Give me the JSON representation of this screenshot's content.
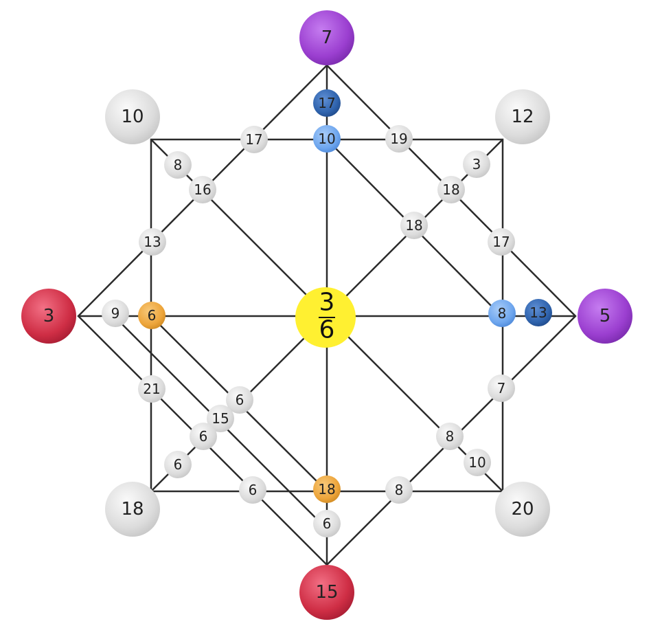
{
  "center": {
    "numerator": "3",
    "denominator": "6",
    "color": "#ffee22"
  },
  "corners": {
    "top": "7",
    "right": "5",
    "bottom": "15",
    "left": "3",
    "top_left": "10",
    "top_right": "12",
    "bottom_left": "18",
    "bottom_right": "20"
  },
  "nodes": {
    "top_dark": "17",
    "top_blue": "10",
    "top_left_edge": "17",
    "top_right_edge": "19",
    "tl_a": "8",
    "tl_b": "16",
    "left_upper": "13",
    "tr_a": "3",
    "tr_b": "18",
    "tr_c": "18",
    "right_upper": "17",
    "left_a": "9",
    "left_orange": "6",
    "right_blue": "8",
    "right_dark": "13",
    "left_lower": "21",
    "ll_a": "6",
    "ll_b": "15",
    "ll_c": "6",
    "ll_d": "6",
    "bottom_left_edge": "6",
    "bottom_orange": "18",
    "bottom_right_edge": "8",
    "bottom_below": "6",
    "right_lower": "7",
    "lr_a": "8",
    "lr_b": "10"
  },
  "colors": {
    "purple": "#9b3fd0",
    "red": "#cf2e45",
    "grey": "#d9d9d9",
    "light_blue": "#6ea6ee",
    "dark_blue": "#2f63ad",
    "orange": "#eda53b",
    "line": "#2b2b2b"
  }
}
